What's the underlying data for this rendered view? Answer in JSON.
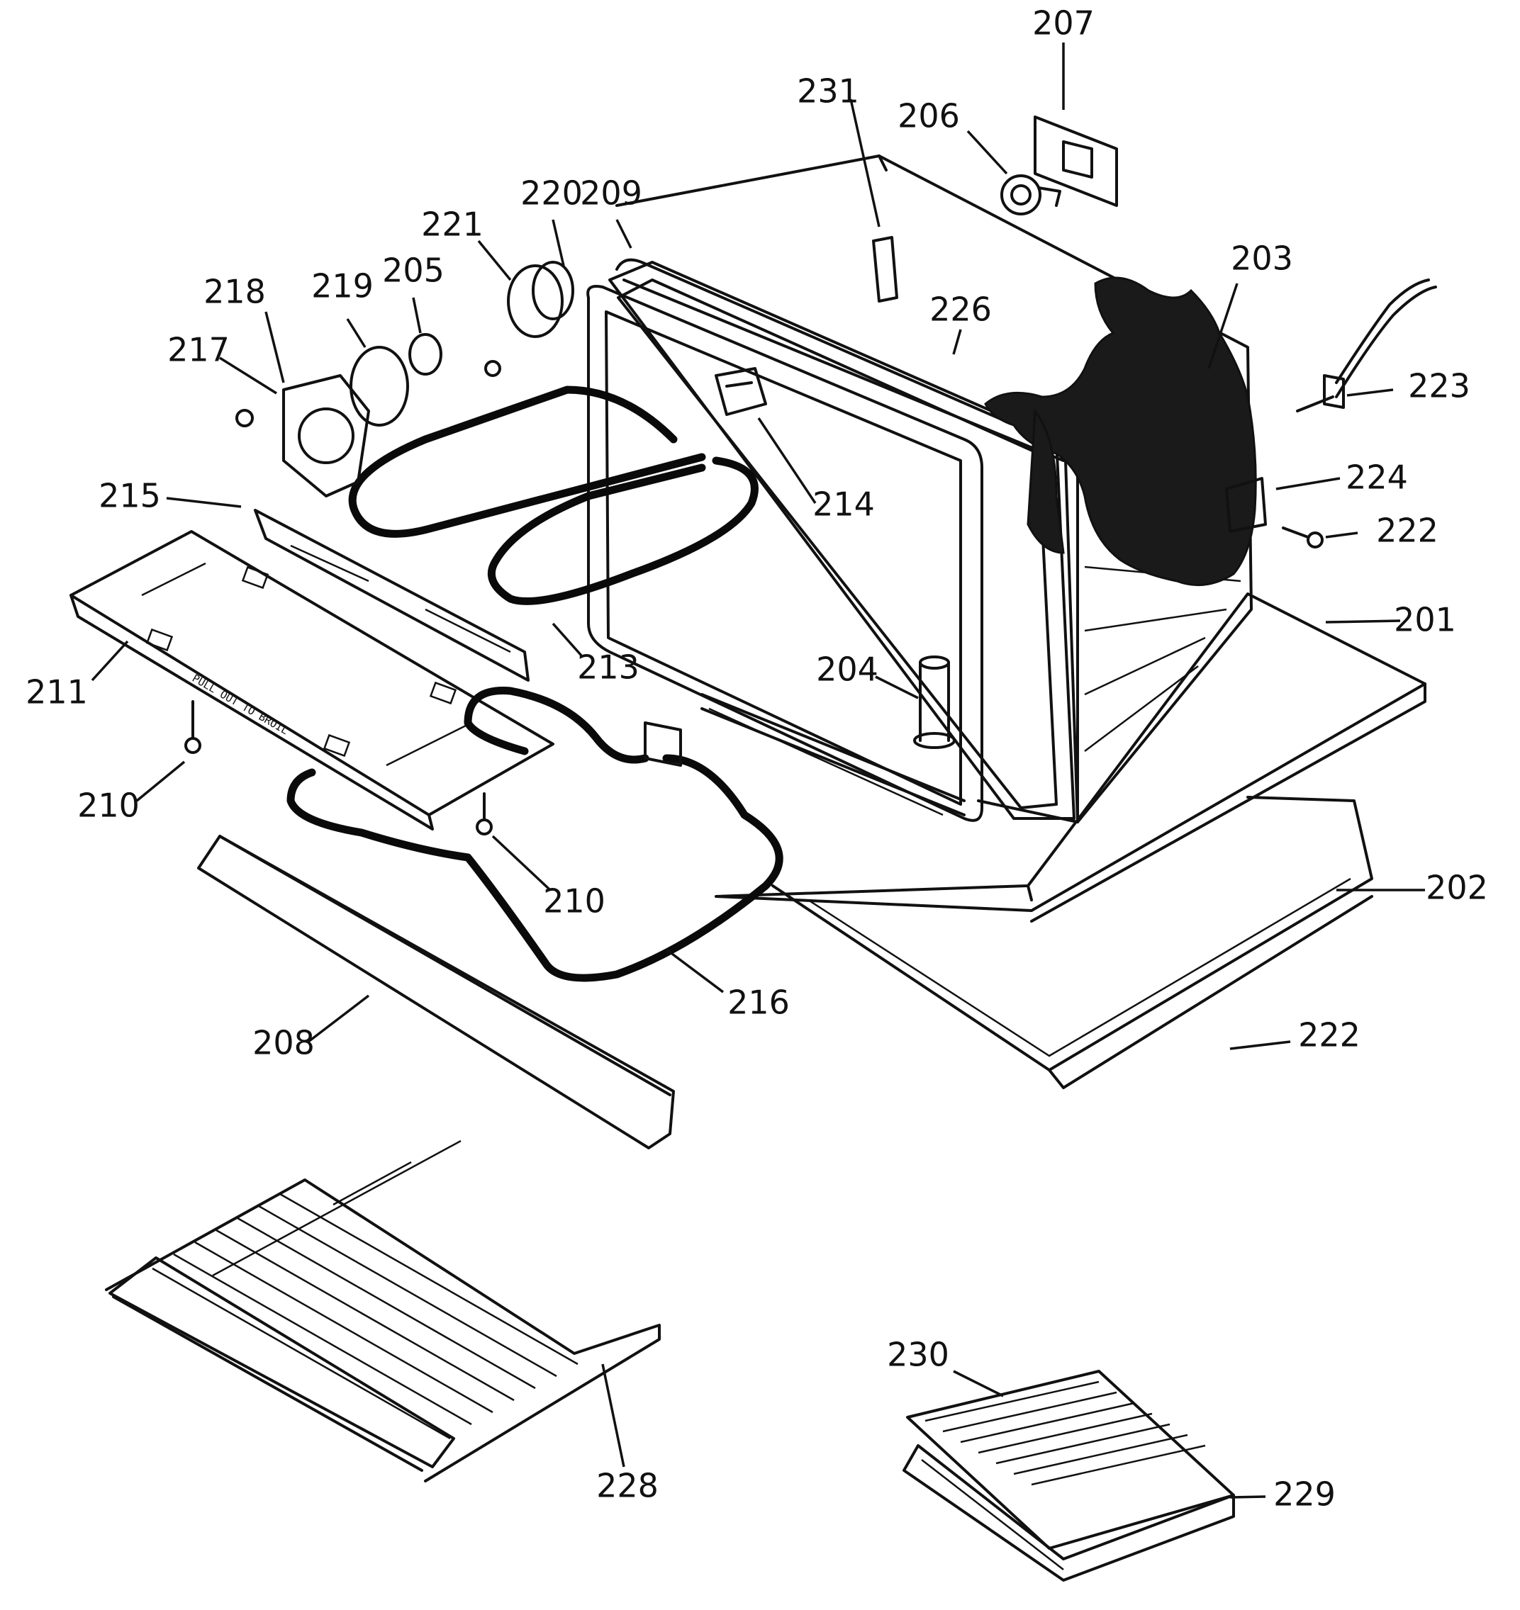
{
  "diagram": {
    "callouts": [
      {
        "id": "label-207",
        "text": "207"
      },
      {
        "id": "label-231",
        "text": "231"
      },
      {
        "id": "label-206",
        "text": "206"
      },
      {
        "id": "label-220",
        "text": "220"
      },
      {
        "id": "label-209",
        "text": "209"
      },
      {
        "id": "label-221",
        "text": "221"
      },
      {
        "id": "label-203",
        "text": "203"
      },
      {
        "id": "label-218",
        "text": "218"
      },
      {
        "id": "label-219",
        "text": "219"
      },
      {
        "id": "label-205",
        "text": "205"
      },
      {
        "id": "label-226",
        "text": "226"
      },
      {
        "id": "label-217",
        "text": "217"
      },
      {
        "id": "label-223",
        "text": "223"
      },
      {
        "id": "label-224",
        "text": "224"
      },
      {
        "id": "label-215",
        "text": "215"
      },
      {
        "id": "label-214",
        "text": "214"
      },
      {
        "id": "label-222a",
        "text": "222"
      },
      {
        "id": "label-201",
        "text": "201"
      },
      {
        "id": "label-211",
        "text": "211"
      },
      {
        "id": "label-213",
        "text": "213"
      },
      {
        "id": "label-204",
        "text": "204"
      },
      {
        "id": "label-210a",
        "text": "210"
      },
      {
        "id": "label-202",
        "text": "202"
      },
      {
        "id": "label-210b",
        "text": "210"
      },
      {
        "id": "label-216",
        "text": "216"
      },
      {
        "id": "label-208",
        "text": "208"
      },
      {
        "id": "label-222b",
        "text": "222"
      },
      {
        "id": "label-230",
        "text": "230"
      },
      {
        "id": "label-229",
        "text": "229"
      },
      {
        "id": "label-228",
        "text": "228"
      }
    ],
    "drawer_stamp": "PULL OUT TO BROIL"
  }
}
